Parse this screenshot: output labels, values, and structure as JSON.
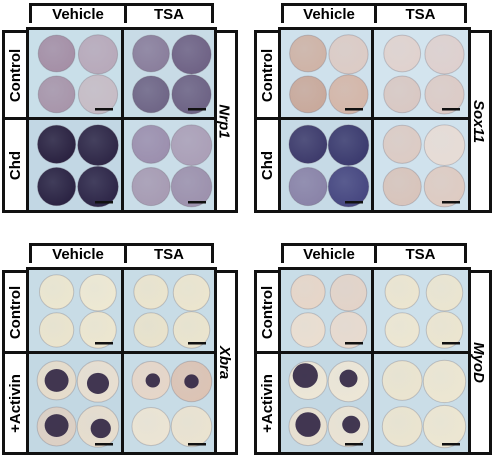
{
  "columns": [
    "Vehicle",
    "TSA"
  ],
  "panels": [
    {
      "id": "nrp1",
      "gene": "Nrp1",
      "rows": [
        "Control",
        "Chd"
      ],
      "cells": {
        "0-0": {
          "bg": "#c9dfe9",
          "colors": [
            "#a58fa6",
            "#b8a9ba",
            "#a895aa",
            "#c7bcc5"
          ],
          "dark": []
        },
        "0-1": {
          "bg": "#c8dbe6",
          "colors": [
            "#8a7e9c",
            "#6f6285",
            "#6f6586",
            "#6d6284"
          ],
          "dark": []
        },
        "1-0": {
          "bg": "#c2d7e4",
          "colors": [
            "#2a2140",
            "#2e2646",
            "#2a2242",
            "#2d2547"
          ],
          "dark": []
        },
        "1-1": {
          "bg": "#cadde8",
          "colors": [
            "#9c8fae",
            "#ab9fb7",
            "#a79bb3",
            "#9d91ad"
          ],
          "dark": []
        }
      }
    },
    {
      "id": "sox11",
      "gene": "Sox11",
      "rows": [
        "Control",
        "Chd"
      ],
      "cells": {
        "0-0": {
          "bg": "#cfe1ec",
          "colors": [
            "#cfb3a6",
            "#dccbc5",
            "#c9a99b",
            "#d4b6a8"
          ],
          "dark": []
        },
        "0-1": {
          "bg": "#d3e4ee",
          "colors": [
            "#e0d2ce",
            "#ded0ce",
            "#d9c8c3",
            "#dccbc6"
          ],
          "dark": []
        },
        "1-0": {
          "bg": "#c6dae6",
          "colors": [
            "#3d3a6b",
            "#3b3a6e",
            "#8a83a8",
            "#464680"
          ],
          "dark": []
        },
        "1-1": {
          "bg": "#d0e2ed",
          "colors": [
            "#dccbc4",
            "#e7dcd5",
            "#d8c4bb",
            "#decbc2"
          ],
          "dark": []
        }
      }
    },
    {
      "id": "xbra",
      "gene": "Xbra",
      "rows": [
        "Control",
        "+Activin"
      ],
      "cells": {
        "0-0": {
          "bg": "#c8dce6",
          "colors": [
            "#ece6cf",
            "#eee8d2",
            "#ebe4cd",
            "#ede6cf"
          ],
          "dark": []
        },
        "0-1": {
          "bg": "#c8dce6",
          "colors": [
            "#ebe4cd",
            "#ece5ce",
            "#e9e2cb",
            "#ebe4cd"
          ],
          "dark": []
        },
        "1-0": {
          "bg": "#c3d8e3",
          "colors": [
            "#e6dccb",
            "#e8ded0",
            "#ddd0c4",
            "#e7ddcd"
          ],
          "dark": [
            [
              0.3,
              0.27,
              0.13
            ],
            [
              0.75,
              0.3,
              0.12
            ],
            [
              0.3,
              0.73,
              0.13
            ],
            [
              0.78,
              0.76,
              0.11
            ]
          ]
        },
        "1-1": {
          "bg": "#c8dce6",
          "colors": [
            "#e6d6c8",
            "#dcc3b4",
            "#ece4d3",
            "#ebe3d0"
          ],
          "dark": [
            [
              0.32,
              0.27,
              0.08
            ],
            [
              0.75,
              0.28,
              0.08
            ]
          ]
        }
      }
    },
    {
      "id": "myod",
      "gene": "MyoD",
      "rows": [
        "Control",
        "+Activin"
      ],
      "cells": {
        "0-0": {
          "bg": "#c9dde7",
          "colors": [
            "#e7d6c8",
            "#e3d3c8",
            "#ebded0",
            "#e8dace"
          ],
          "dark": []
        },
        "0-1": {
          "bg": "#cde0ea",
          "colors": [
            "#ece5cf",
            "#ebe5d0",
            "#ede6d1",
            "#ece5cf"
          ],
          "dark": []
        },
        "1-0": {
          "bg": "#c4d8e3",
          "colors": [
            "#ede6d6",
            "#ede6d6",
            "#e9e0d0",
            "#ebe3d3"
          ],
          "dark": [
            [
              0.27,
              0.22,
              0.14
            ],
            [
              0.75,
              0.25,
              0.1
            ],
            [
              0.3,
              0.72,
              0.14
            ],
            [
              0.78,
              0.72,
              0.1
            ]
          ]
        },
        "1-1": {
          "bg": "#cadde7",
          "colors": [
            "#ebe4cf",
            "#ede6d1",
            "#ebe4cf",
            "#ede6d1"
          ],
          "dark": []
        }
      }
    }
  ]
}
